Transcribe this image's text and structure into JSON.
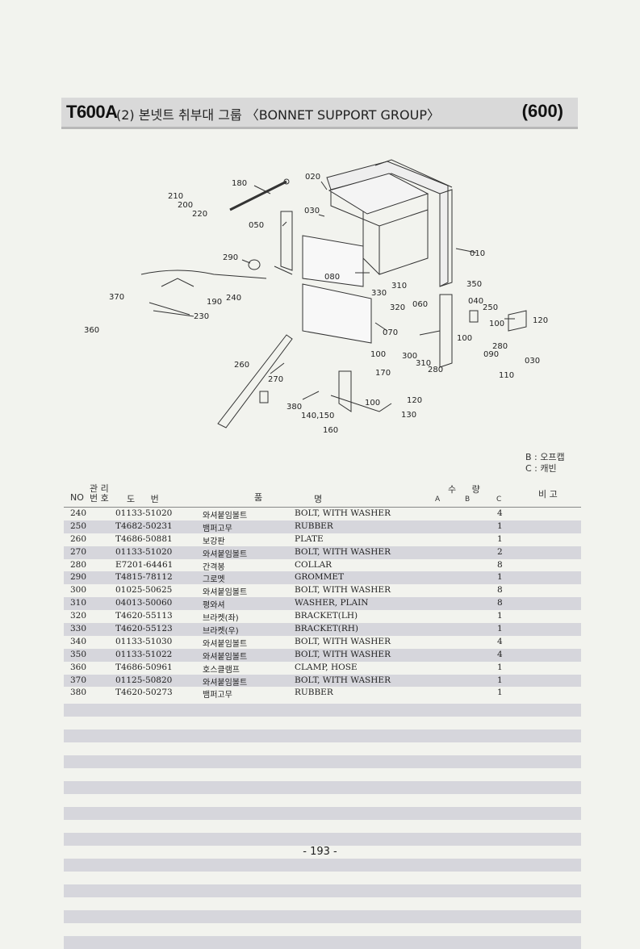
{
  "header": {
    "model": "T600A",
    "title": "(2) 본넷트 취부대 그룹 〈BONNET SUPPORT GROUP〉",
    "code": "(600)"
  },
  "diagram": {
    "callouts": [
      "020",
      "180",
      "210",
      "200",
      "220",
      "030",
      "050",
      "010",
      "290",
      "080",
      "310",
      "330",
      "350",
      "320",
      "060",
      "040",
      "250",
      "100",
      "120",
      "370",
      "190",
      "240",
      "230",
      "360",
      "070",
      "100",
      "300",
      "310",
      "280",
      "090",
      "280",
      "030",
      "110",
      "260",
      "270",
      "170",
      "380",
      "100",
      "120",
      "140,150",
      "130",
      "160",
      "100"
    ]
  },
  "legend": {
    "b": "B : 오프캡",
    "c": "C : 캐빈"
  },
  "table": {
    "headers": {
      "no": "NO",
      "mgmt": "관 리\n번 호",
      "part_no": "도 번",
      "name_kor": "품",
      "name": "명",
      "qty": "수 량",
      "qty_a": "A",
      "qty_b": "B",
      "qty_c": "C",
      "remarks": "비 고"
    },
    "rows": [
      {
        "no": "240",
        "part": "01133-51020",
        "kor": "와셔붙임볼트",
        "eng": "BOLT, WITH WASHER",
        "qty": "4"
      },
      {
        "no": "250",
        "part": "T4682-50231",
        "kor": "뱀퍼고무",
        "eng": "RUBBER",
        "qty": "1"
      },
      {
        "no": "260",
        "part": "T4686-50881",
        "kor": "보강판",
        "eng": "PLATE",
        "qty": "1"
      },
      {
        "no": "270",
        "part": "01133-51020",
        "kor": "와셔붙임볼트",
        "eng": "BOLT, WITH WASHER",
        "qty": "2"
      },
      {
        "no": "280",
        "part": "E7201-64461",
        "kor": "간격봉",
        "eng": "COLLAR",
        "qty": "8"
      },
      {
        "no": "290",
        "part": "T4815-78112",
        "kor": "그로멧",
        "eng": "GROMMET",
        "qty": "1"
      },
      {
        "no": "300",
        "part": "01025-50625",
        "kor": "와셔붙임볼트",
        "eng": "BOLT, WITH WASHER",
        "qty": "8"
      },
      {
        "no": "310",
        "part": "04013-50060",
        "kor": "평와셔",
        "eng": "WASHER, PLAIN",
        "qty": "8"
      },
      {
        "no": "320",
        "part": "T4620-55113",
        "kor": "브라켓(좌)",
        "eng": "BRACKET(LH)",
        "qty": "1"
      },
      {
        "no": "330",
        "part": "T4620-55123",
        "kor": "브라켓(우)",
        "eng": "BRACKET(RH)",
        "qty": "1"
      },
      {
        "no": "340",
        "part": "01133-51030",
        "kor": "와셔붙임볼트",
        "eng": "BOLT, WITH WASHER",
        "qty": "4"
      },
      {
        "no": "350",
        "part": "01133-51022",
        "kor": "와셔붙임볼트",
        "eng": "BOLT, WITH WASHER",
        "qty": "4"
      },
      {
        "no": "360",
        "part": "T4686-50961",
        "kor": "호스클램프",
        "eng": "CLAMP, HOSE",
        "qty": "1"
      },
      {
        "no": "370",
        "part": "01125-50820",
        "kor": "와셔붙임볼트",
        "eng": "BOLT, WITH WASHER",
        "qty": "1"
      },
      {
        "no": "380",
        "part": "T4620-50273",
        "kor": "뱀퍼고무",
        "eng": "RUBBER",
        "qty": "1"
      }
    ]
  },
  "footer": {
    "page": "- 193 -"
  }
}
